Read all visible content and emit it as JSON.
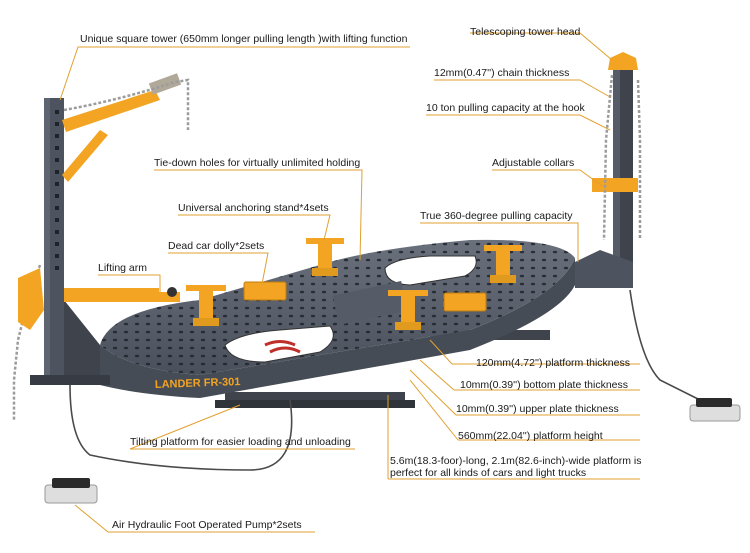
{
  "product": {
    "brand_plate": "LANDER  FR-301"
  },
  "callouts": [
    {
      "id": "square-tower",
      "text": "Unique square tower (650mm longer pulling length )with lifting function"
    },
    {
      "id": "tower-head",
      "text": "Telescoping tower head"
    },
    {
      "id": "chain-thickness",
      "text": "12mm(0.47'') chain thickness"
    },
    {
      "id": "pulling-capacity-hook",
      "text": "10 ton pulling capacity at the hook"
    },
    {
      "id": "tie-down-holes",
      "text": "Tie-down holes for virtually unlimited holding"
    },
    {
      "id": "adjustable-collars",
      "text": "Adjustable collars"
    },
    {
      "id": "anchoring-stand",
      "text": "Universal anchoring stand*4sets"
    },
    {
      "id": "pulling-360",
      "text": "True 360-degree pulling capacity"
    },
    {
      "id": "dead-car-dolly",
      "text": "Dead car dolly*2sets"
    },
    {
      "id": "lifting-arm",
      "text": "Lifting arm"
    },
    {
      "id": "platform-thickness",
      "text": "120mm(4.72'') platform thickness"
    },
    {
      "id": "bottom-plate",
      "text": "10mm(0.39'') bottom plate thickness"
    },
    {
      "id": "upper-plate",
      "text": "10mm(0.39'') upper plate thickness"
    },
    {
      "id": "platform-height",
      "text": "560mm(22.04'') platform height"
    },
    {
      "id": "tilting-platform",
      "text": "Tilting platform for easier loading and unloading"
    },
    {
      "id": "platform-size",
      "text": "5.6m(18.3-foor)-long, 2.1m(82.6-inch)-wide platform is perfect for all kinds of cars and light trucks"
    },
    {
      "id": "foot-pump",
      "text": "Air Hydraulic Foot Operated Pump*2sets"
    }
  ],
  "colors": {
    "frame": "#4d5460",
    "frame_dark": "#363b44",
    "accent": "#f2a422",
    "leader": "#e0a030",
    "chain": "#9c9c9c",
    "text": "#1a1a1a"
  }
}
